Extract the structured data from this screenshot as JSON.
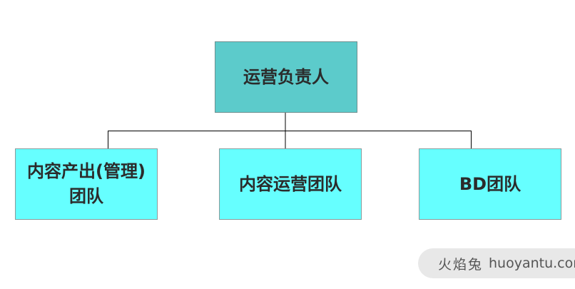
{
  "org_chart": {
    "root": {
      "label": "运营负责人"
    },
    "children": [
      {
        "label": "内容产出(管理)\n团队"
      },
      {
        "label": "内容运营团队"
      },
      {
        "label": "BD团队"
      }
    ]
  },
  "colors": {
    "root_fill": "#5ccbcb",
    "child_fill": "#66ffff",
    "connector": "#000000"
  },
  "watermark": {
    "brand": "火焰兔",
    "domain": "huoyantu.com"
  }
}
